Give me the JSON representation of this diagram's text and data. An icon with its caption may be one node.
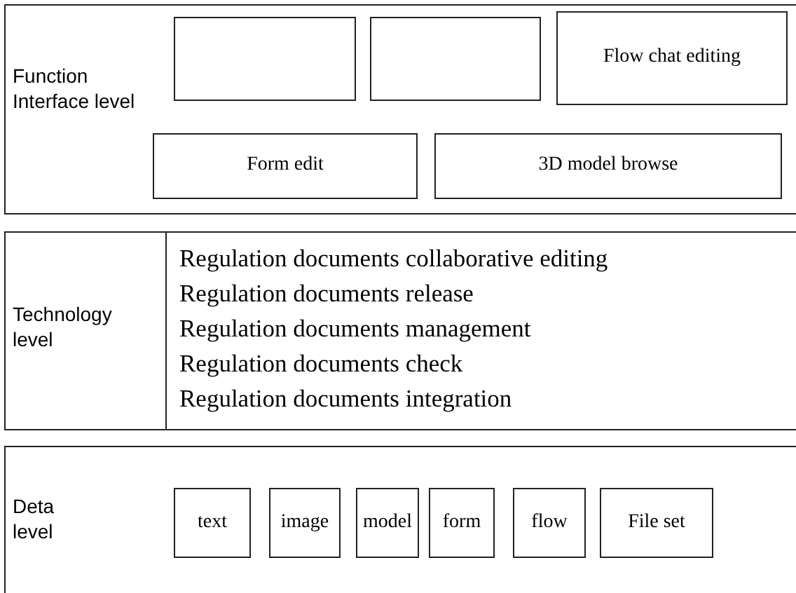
{
  "diagram": {
    "nodes": [
      {
        "text": [
          "Function Interface level"
        ]
      },
      {
        "text": [],
        "shape": "box",
        "in": 0
      },
      {
        "text": [],
        "shape": "box",
        "in": 0
      },
      {
        "text": [
          "Flow chat editing"
        ],
        "in": 0
      },
      {
        "text": [
          "Form edit"
        ],
        "in": 0
      },
      {
        "text": [
          "3D model browse"
        ],
        "in": 0
      },
      {
        "text": [
          "Technology level"
        ]
      },
      {
        "text": [
          "Regulation documents collaborative editing",
          "Regulation documents release",
          "Regulation documents management",
          "Regulation documents check",
          "Regulation documents integration"
        ],
        "in": 6
      },
      {
        "text": [
          "Deta level"
        ]
      },
      {
        "text": [
          "text"
        ],
        "in": 8
      },
      {
        "text": [
          "image"
        ],
        "in": 8
      },
      {
        "text": [
          "model"
        ],
        "in": 8
      },
      {
        "text": [
          "form"
        ],
        "in": 8
      },
      {
        "text": [
          "flow"
        ],
        "in": 8
      },
      {
        "text": [
          "File set"
        ],
        "in": 8
      }
    ]
  }
}
